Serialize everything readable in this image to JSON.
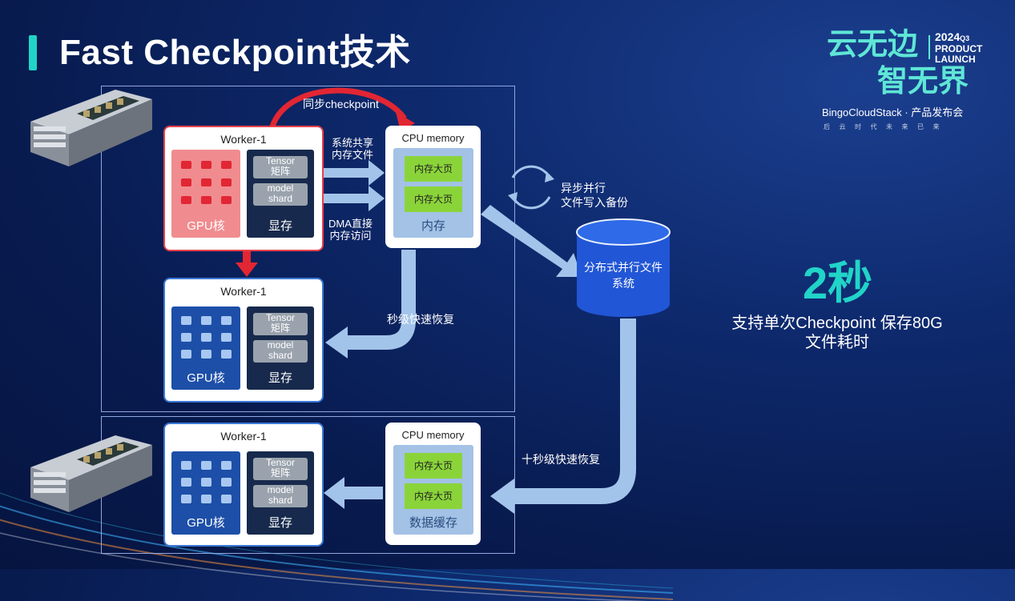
{
  "title": "Fast Checkpoint技术",
  "brand": {
    "line1": "云无边",
    "line2": "智无界",
    "year": "2024",
    "quarter": "Q3",
    "product": "PRODUCT",
    "launch": "LAUNCH",
    "subtitle": "BingoCloudStack · 产品发布会",
    "tiny": "后云时代未来已来"
  },
  "top_worker": {
    "label": "Worker-1",
    "gpu_label": "GPU核",
    "vram_label": "显存",
    "tensor_line1": "Tensor",
    "tensor_line2": "矩阵",
    "model_line1": "model",
    "model_line2": "shard"
  },
  "mid_worker": {
    "label": "Worker-1",
    "gpu_label": "GPU核",
    "vram_label": "显存",
    "tensor_line1": "Tensor",
    "tensor_line2": "矩阵",
    "model_line1": "model",
    "model_line2": "shard"
  },
  "bottom_worker": {
    "label": "Worker-1",
    "gpu_label": "GPU核",
    "vram_label": "显存",
    "tensor_line1": "Tensor",
    "tensor_line2": "矩阵",
    "model_line1": "model",
    "model_line2": "shard"
  },
  "top_cpu": {
    "label": "CPU memory",
    "page1": "内存大页",
    "page2": "内存大页",
    "inner_label": "内存"
  },
  "bottom_cpu": {
    "label": "CPU memory",
    "page1": "内存大页",
    "page2": "内存大页",
    "inner_label": "数据缓存"
  },
  "labels": {
    "sync_checkpoint": "同步checkpoint",
    "shared_mem_line1": "系统共享",
    "shared_mem_line2": "内存文件",
    "dma_line1": "DMA直接",
    "dma_line2": "内存访问",
    "async_line1": "异步并行",
    "async_line2": "文件写入备份",
    "second_recovery": "秒级快速恢复",
    "ten_second_recovery": "十秒级快速恢复"
  },
  "storage": {
    "line1": "分布式并行文件",
    "line2": "系统"
  },
  "stat": {
    "value": "2秒",
    "line1": "支持单次Checkpoint 保存80G",
    "line2": "文件耗时"
  },
  "colors": {
    "background": "#0b2260",
    "accent_teal": "#21d4c8",
    "arrow_blue": "#a3c4ea",
    "red": "#e8404b",
    "page_green": "#8ad43a",
    "cylinder_blue": "#2156d6"
  }
}
